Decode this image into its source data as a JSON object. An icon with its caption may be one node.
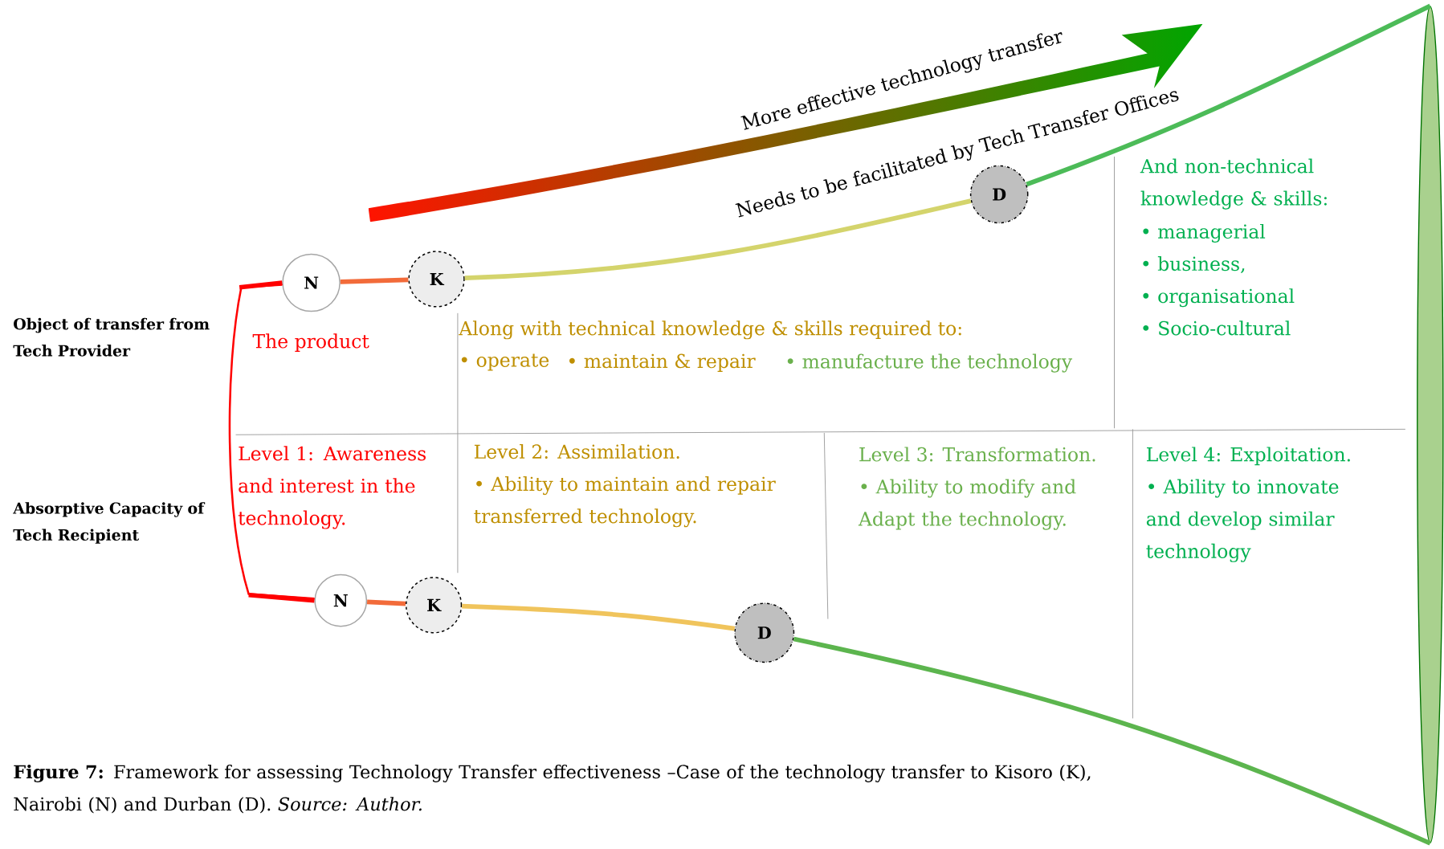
{
  "diagram": {
    "caption": "**Figure 7:** Framework for assessing Technology Transfer effectiveness –Case of the technology transfer to Kisoro (K), Nairobi (N) and Durban (D). *Source: Author.*",
    "nodes": [
      {
        "text": [
          "N"
        ]
      },
      {
        "text": [
          "K"
        ]
      },
      {
        "text": [
          "D"
        ]
      },
      {
        "text": [
          "N"
        ]
      },
      {
        "text": [
          "K"
        ]
      },
      {
        "text": [
          "D"
        ]
      },
      {
        "text": [],
        "shape": "ellipse"
      }
    ],
    "edges": [
      {
        "from": 0,
        "to": 1,
        "arrow": "none",
        "color": "#f26b3a"
      },
      {
        "from": 1,
        "to": 2,
        "arrow": "none",
        "color": "#d4d46c"
      },
      {
        "from": 2,
        "to": 6,
        "arrow": "none",
        "color": "#4cbb58"
      },
      {
        "from": 3,
        "to": 4,
        "arrow": "none",
        "color": "#f26b3a"
      },
      {
        "from": 4,
        "to": 5,
        "arrow": "none",
        "color": "#f0c45c"
      },
      {
        "from": 5,
        "to": 6,
        "arrow": "none",
        "color": "#5cb54e"
      },
      {
        "from": 0,
        "to": 3,
        "arrow": "none",
        "color": "#ff0000"
      }
    ],
    "labels": [
      "More effective technology transfer",
      "Needs to be facilitated by Tech Transfer Offices",
      "Object of transfer from Tech Provider",
      "The product",
      "Along with technical knowledge & skills required to:",
      "• operate",
      "• maintain & repair",
      "• manufacture the technology",
      "And non-technical knowledge & skills:",
      "• managerial",
      "• business,",
      "• organisational",
      "• Socio-cultural",
      "Absorptive Capacity of Tech Recipient",
      "Level 1: Awareness and interest in the technology.",
      "Level 2: Assimilation.",
      "• Ability to maintain and repair transferred technology.",
      "Level 3: Transformation.",
      "• Ability to modify and Adapt the technology.",
      "Level 4: Exploitation.",
      "• Ability to innovate and develop similar technology"
    ]
  }
}
